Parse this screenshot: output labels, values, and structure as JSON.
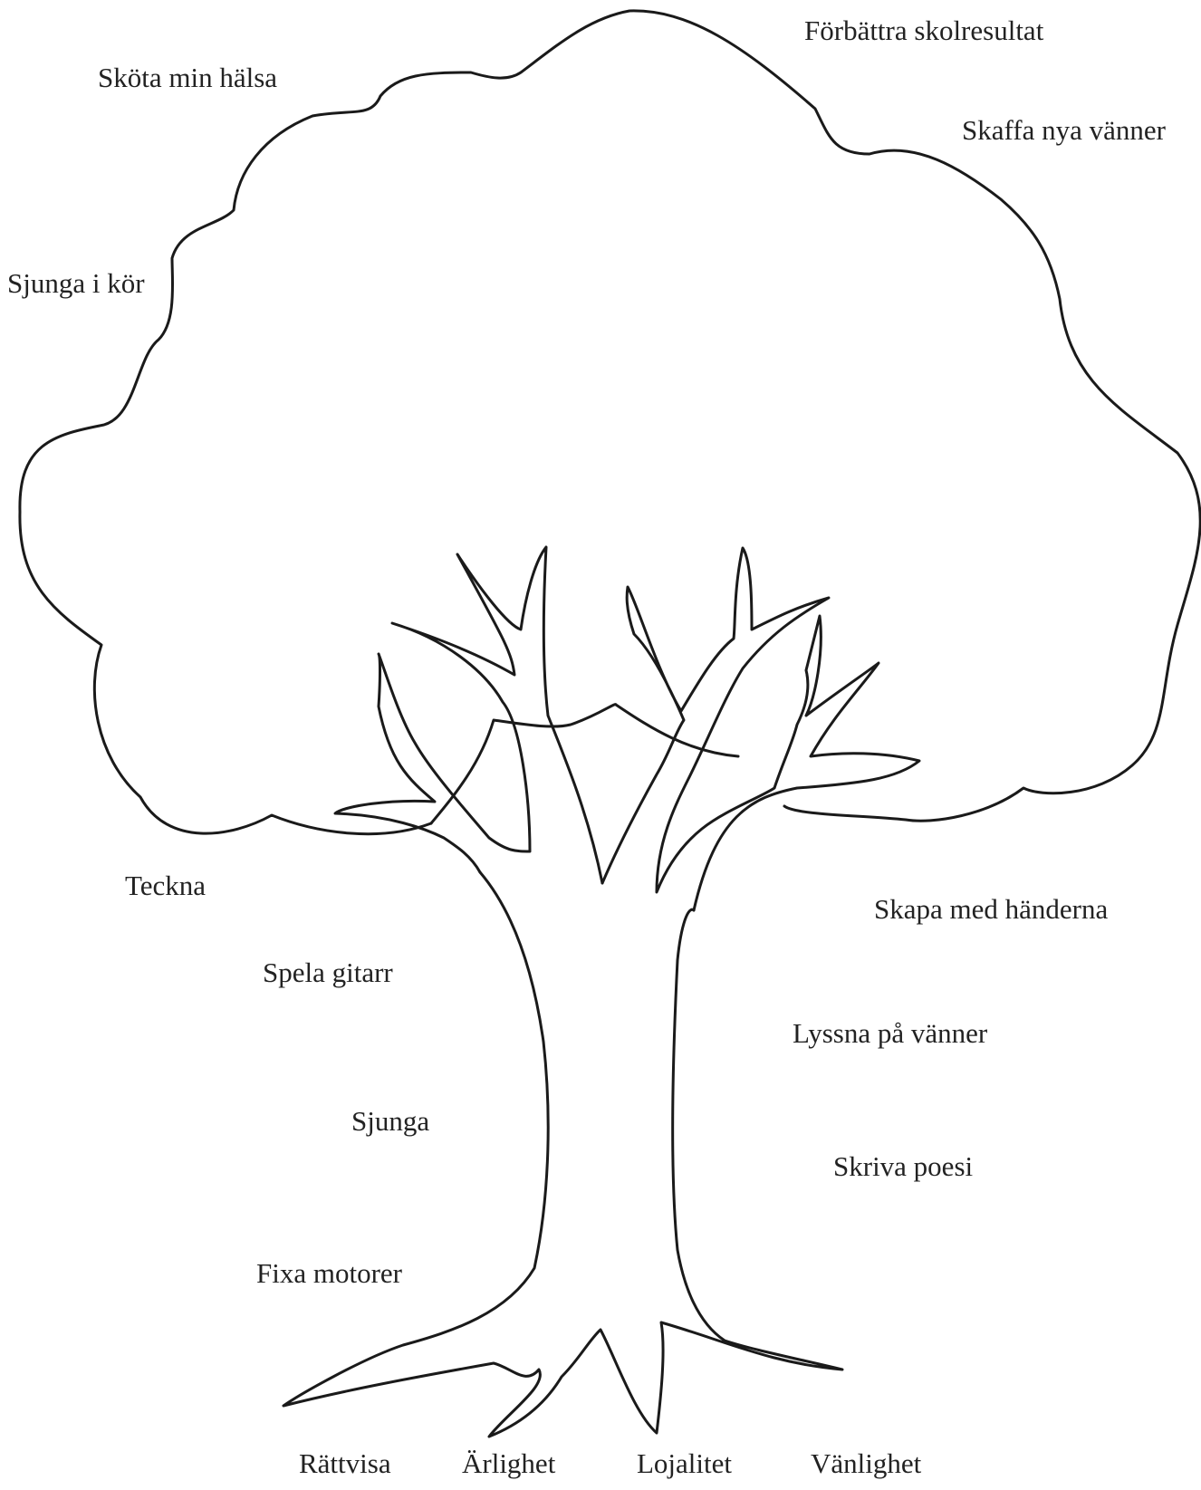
{
  "colors": {
    "outline": "#1a1a1a",
    "text": "#222222",
    "background": "#ffffff"
  },
  "canopy_labels": {
    "improve_grades": "Förbättra skolresultat",
    "health": "Sköta min hälsa",
    "friends": "Skaffa nya vänner",
    "choir": "Sjunga i kör"
  },
  "branch_labels": {
    "draw": "Teckna",
    "handcraft": "Skapa med händerna"
  },
  "trunk_labels": {
    "guitar": "Spela gitarr",
    "listen": "Lyssna på vänner",
    "sing": "Sjunga",
    "poetry": "Skriva poesi",
    "engines": "Fixa motorer"
  },
  "root_labels": {
    "justice": "Rättvisa",
    "honesty": "Ärlighet",
    "loyalty": "Lojalitet",
    "kindness": "Vänlighet"
  }
}
